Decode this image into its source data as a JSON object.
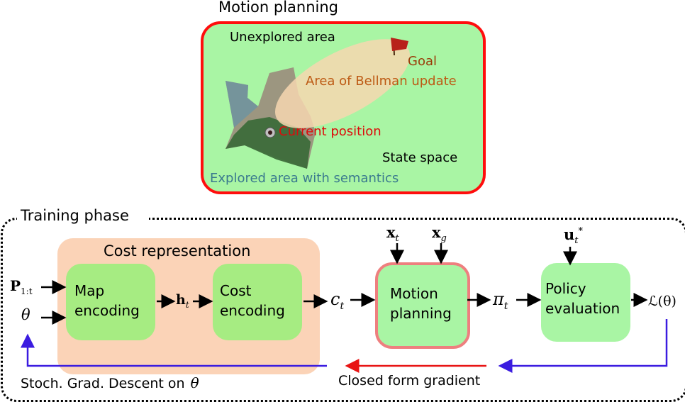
{
  "motion_planning": {
    "title": "Motion planning",
    "unexplored_label": "Unexplored area",
    "goal_label": "Goal",
    "bellman_label": "Area of Bellman update",
    "current_label": "Current position",
    "state_space_label": "State space",
    "explored_label": "Explored area with semantics"
  },
  "training": {
    "title": "Training phase",
    "cost_rep_title": "Cost representation",
    "map_encoding": [
      "Map",
      "encoding"
    ],
    "cost_encoding": [
      "Cost",
      "encoding"
    ],
    "motion_planning": [
      "Motion",
      "planning"
    ],
    "policy_evaluation": [
      "Policy",
      "evaluation"
    ],
    "inputs": {
      "p_main": "P",
      "p_sub": "1:t",
      "theta": "θ"
    },
    "h_main": "h",
    "h_sub": "t",
    "c_main": "c",
    "c_sub": "t",
    "xt_main": "x",
    "xt_sub": "t",
    "xg_main": "x",
    "xg_sub": "g",
    "pi_main": "π",
    "pi_sub": "t",
    "u_main": "u",
    "u_sub": "t",
    "u_sup": "*",
    "loss": "ℒ(θ)",
    "sgd_label": "Stoch. Grad. Descent on",
    "sgd_theta": "θ",
    "closed_form_label": "Closed form gradient"
  },
  "colors": {
    "frame_red": "#ff0d0d",
    "state_green": "#a9f5a4",
    "cost_box_green": "#a6ec82",
    "cost_rep_bg": "#fbd3b7",
    "gradient_red": "#e81414",
    "gradient_blue": "#3b1ce0"
  }
}
